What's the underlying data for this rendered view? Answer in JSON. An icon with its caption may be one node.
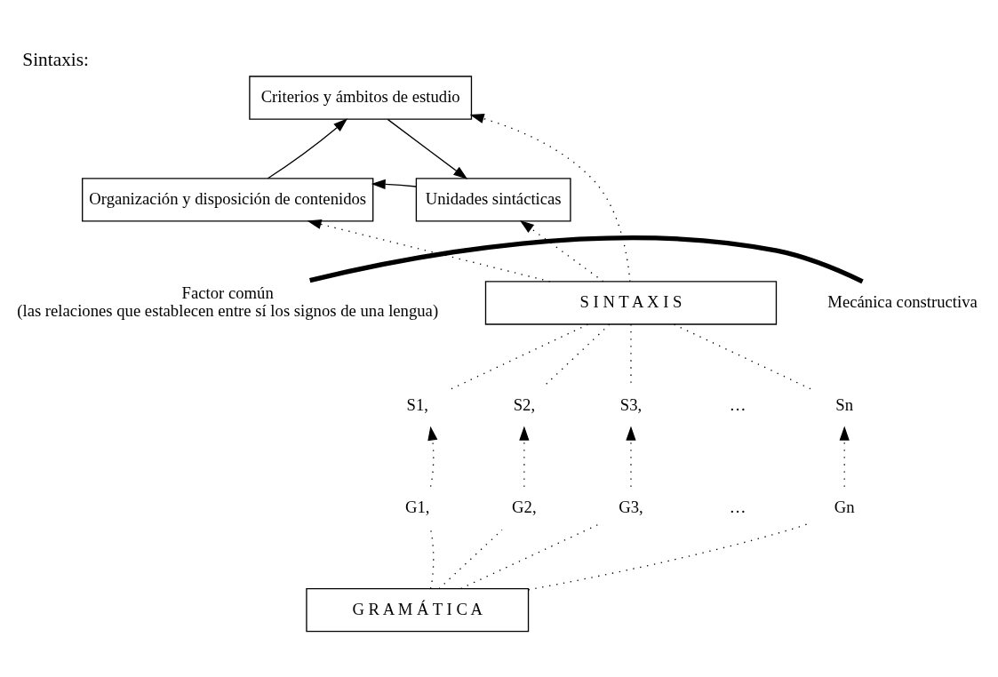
{
  "diagram": {
    "title": "Sintaxis:",
    "nodes": [
      {
        "text": [
          "Criterios y ámbitos de estudio"
        ]
      },
      {
        "text": [
          "Organización y disposición de contenidos"
        ]
      },
      {
        "text": [
          "Unidades sintácticas"
        ]
      },
      {
        "text": [
          "S I N T A X I S"
        ]
      },
      {
        "text": [
          "Factor común",
          "(las relaciones que establecen entre sí los signos de una lengua)"
        ]
      },
      {
        "text": [
          "Mecánica constructiva"
        ]
      },
      {
        "text": [
          "S1,"
        ]
      },
      {
        "text": [
          "S2,"
        ]
      },
      {
        "text": [
          "S3,"
        ]
      },
      {
        "text": [
          "Sn"
        ]
      },
      {
        "text": [
          "G1,"
        ]
      },
      {
        "text": [
          "G2,"
        ]
      },
      {
        "text": [
          "G3,"
        ]
      },
      {
        "text": [
          "Gn"
        ]
      },
      {
        "text": [
          "G R A M Á T I C A"
        ]
      }
    ],
    "edges": [
      {
        "from": 1,
        "to": 0,
        "arrow": "to"
      },
      {
        "from": 0,
        "to": 2,
        "arrow": "to"
      },
      {
        "from": 2,
        "to": 1,
        "arrow": "to"
      },
      {
        "from": 3,
        "to": 1,
        "arrow": "to",
        "style": "dashed"
      },
      {
        "from": 3,
        "to": 0,
        "arrow": "to",
        "style": "dashed"
      },
      {
        "from": 3,
        "to": 2,
        "arrow": "to",
        "style": "dashed"
      },
      {
        "from": 4,
        "to": 5,
        "arrow": "none",
        "style": "thick"
      },
      {
        "from": 3,
        "to": 6,
        "arrow": "none",
        "style": "dashed"
      },
      {
        "from": 3,
        "to": 7,
        "arrow": "none",
        "style": "dashed"
      },
      {
        "from": 3,
        "to": 8,
        "arrow": "none",
        "style": "dashed"
      },
      {
        "from": 3,
        "to": 9,
        "arrow": "none",
        "style": "dashed"
      },
      {
        "from": 10,
        "to": 6,
        "arrow": "to",
        "style": "dashed"
      },
      {
        "from": 11,
        "to": 7,
        "arrow": "to",
        "style": "dashed"
      },
      {
        "from": 12,
        "to": 8,
        "arrow": "to",
        "style": "dashed"
      },
      {
        "from": 13,
        "to": 9,
        "arrow": "to",
        "style": "dashed"
      },
      {
        "from": 14,
        "to": 10,
        "arrow": "none",
        "style": "dashed"
      },
      {
        "from": 14,
        "to": 11,
        "arrow": "none",
        "style": "dashed"
      },
      {
        "from": 14,
        "to": 12,
        "arrow": "none",
        "style": "dashed"
      },
      {
        "from": 14,
        "to": 13,
        "arrow": "none",
        "style": "dashed"
      }
    ],
    "labels": [
      "…",
      "…"
    ]
  }
}
